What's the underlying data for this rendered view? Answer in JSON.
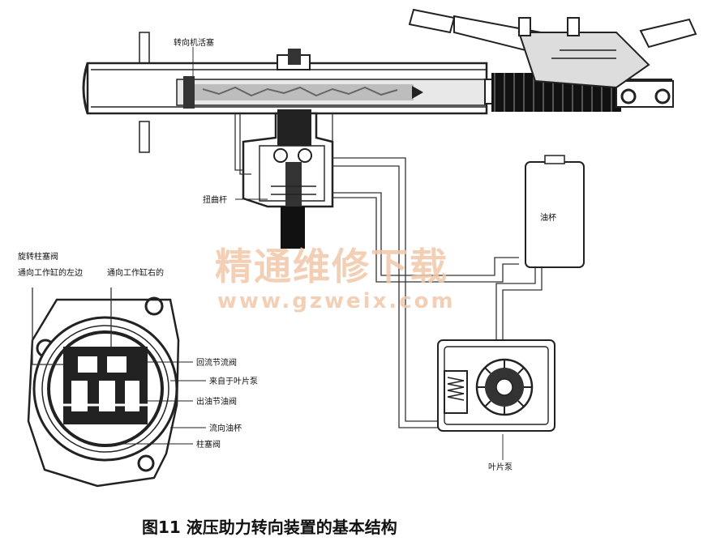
{
  "labels": {
    "piston": "转向机活塞",
    "pitman": "扭曲杆",
    "reservoir": "油杯",
    "vane_pump": "叶片泵",
    "rotary_valve": "旋转柱塞阀",
    "to_cyl_left": "通向工作缸的左边",
    "to_cyl_right": "通向工作缸右的",
    "return_valve": "回流节流阀",
    "from_pump": "来自于叶片泵",
    "outlet_valve": "出油节油阀",
    "to_reservoir": "流向油杯",
    "plunger_valve": "柱塞阀"
  },
  "watermark": {
    "cn": "精通维修下载",
    "url": "www.gzweix.com"
  },
  "caption": "图11 液压助力转向装置的基本结构"
}
